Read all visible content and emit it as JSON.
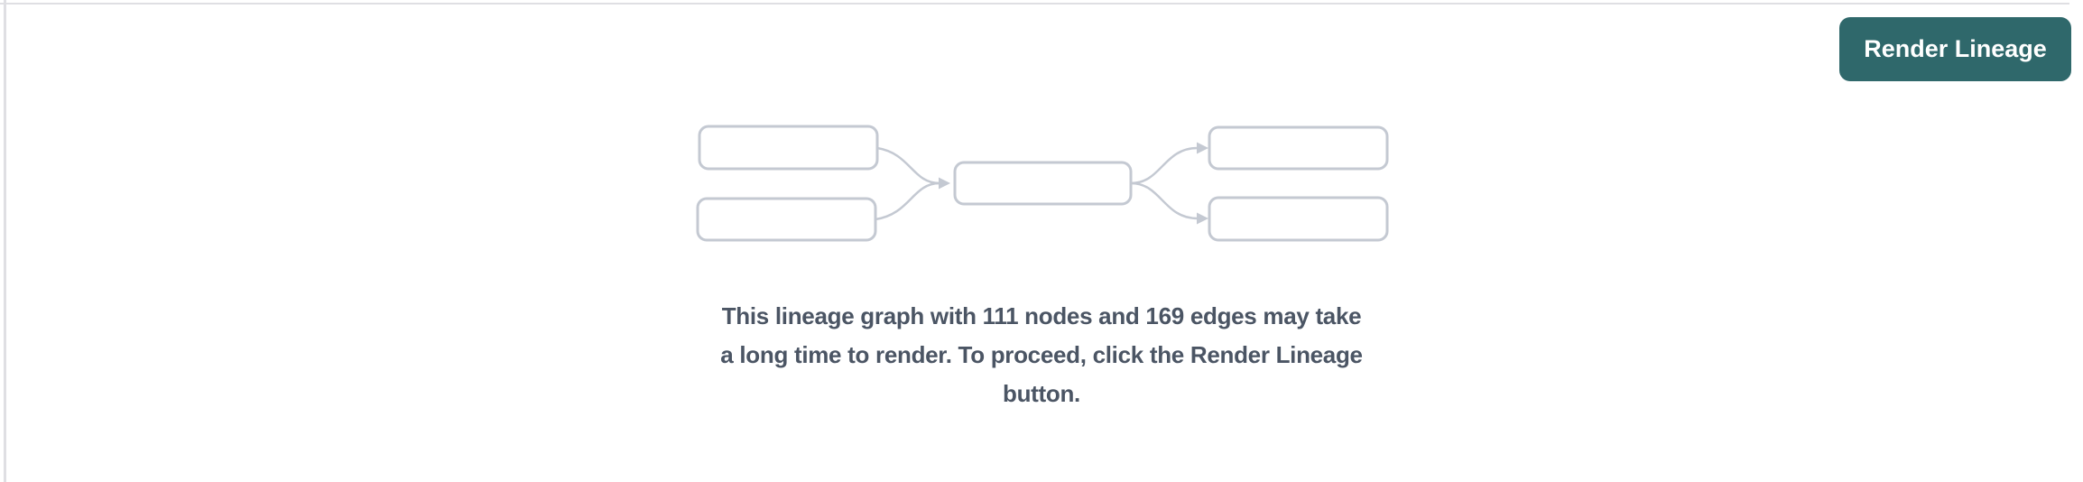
{
  "toolbar": {
    "render_button_label": "Render Lineage"
  },
  "lineage_preview": {
    "graphic": "lineage-graph-placeholder-illustration",
    "node_count": "111",
    "edge_count": "169",
    "message_lines": [
      "This lineage graph with 111 nodes and 169 edges may take",
      "a long time to render. To proceed, click the Render Lineage",
      "button."
    ]
  },
  "colors": {
    "button_bg": "#2f686b",
    "button_text": "#ffffff",
    "message_text": "#4b5564",
    "graph_outline": "#c4c9d2",
    "panel_border": "#dfdfe3"
  }
}
